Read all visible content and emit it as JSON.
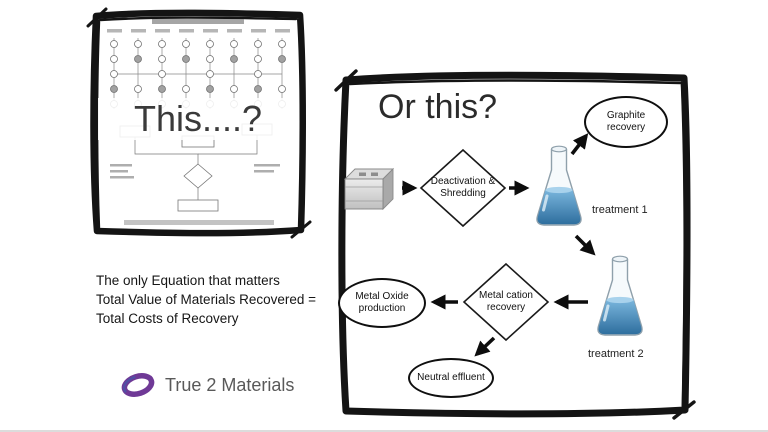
{
  "left_panel": {
    "title": "This....?"
  },
  "right_panel": {
    "title": "Or this?",
    "nodes": {
      "deactivation": "Deactivation &\nShredding",
      "graphite": "Graphite\nrecovery",
      "treatment1": "treatment 1",
      "treatment2": "treatment 2",
      "metal_cation": "Metal cation\nrecovery",
      "metal_oxide": "Metal Oxide\nproduction",
      "neutral": "Neutral effluent"
    }
  },
  "equation": {
    "lines": [
      "The only Equation that matters",
      "Total Value of Materials Recovered =",
      "Total Costs of Recovery"
    ]
  },
  "logo": {
    "text": "True 2 Materials"
  },
  "icons": {
    "battery": "battery-module-icon",
    "flask": "erlenmeyer-flask-icon",
    "logo_mark": "purple-ring-icon"
  },
  "colors": {
    "ink": "#111111",
    "flask_liquid_top": "#79b5dc",
    "flask_liquid_bottom": "#2e6e9e",
    "logo_purple": "#6f3996",
    "logo_text_gray": "#595959"
  }
}
